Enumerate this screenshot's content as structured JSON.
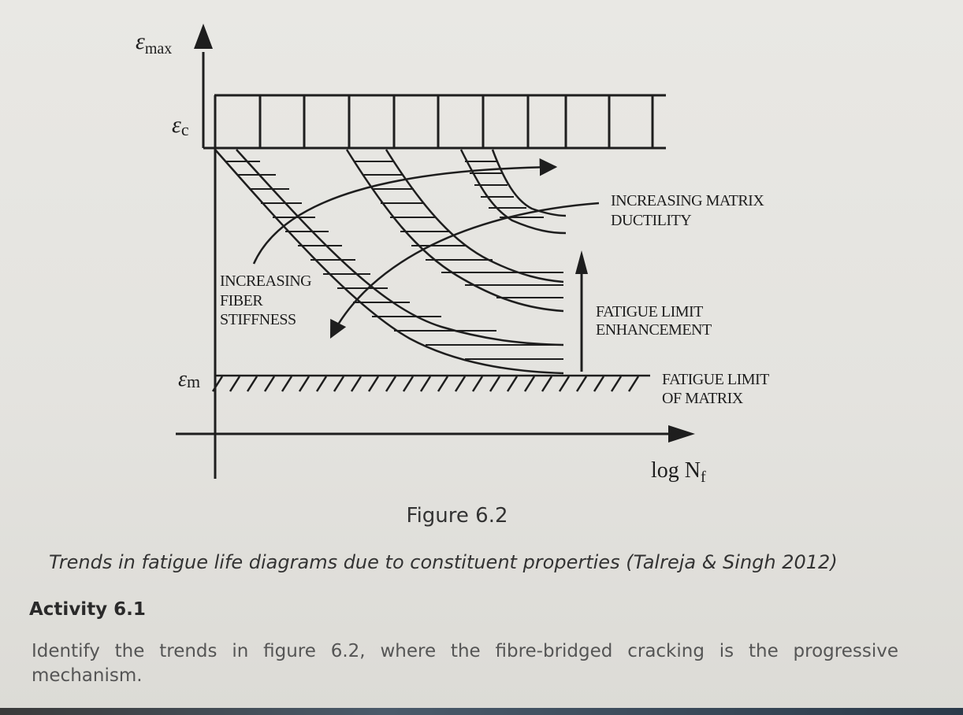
{
  "diagram": {
    "y_axis_label": "ε",
    "y_axis_sub": "max",
    "ec_label": "ε",
    "ec_sub": "c",
    "em_label": "ε",
    "em_sub": "m",
    "x_axis_label": "log N",
    "x_axis_sub": "f",
    "annotations": {
      "matrix_ductility_1": "INCREASING MATRIX",
      "matrix_ductility_2": "DUCTILITY",
      "fiber_stiffness_1": "INCREASING",
      "fiber_stiffness_2": "FIBER",
      "fiber_stiffness_3": "STIFFNESS",
      "fatigue_enh_1": "FATIGUE LIMIT",
      "fatigue_enh_2": "ENHANCEMENT",
      "fatigue_matrix_1": "FATIGUE LIMIT",
      "fatigue_matrix_2": "OF MATRIX"
    }
  },
  "caption": {
    "figure_number": "Figure 6.2",
    "text": "Trends in fatigue life diagrams due to constituent properties (Talreja & Singh 2012)"
  },
  "activity": {
    "title": "Activity 6.1",
    "body": "Identify the trends in figure 6.2, where the fibre-bridged cracking is the progressive mechanism."
  },
  "colors": {
    "background": "#e6e5e1",
    "ink": "#1e1e1e"
  }
}
